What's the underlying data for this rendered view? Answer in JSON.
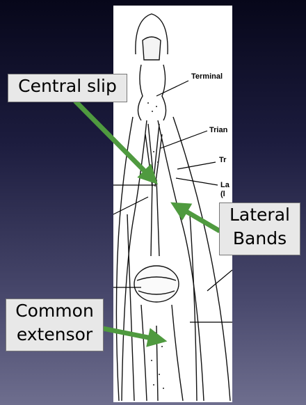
{
  "callouts": {
    "central_slip": "Central slip",
    "lateral_bands_line1": "Lateral",
    "lateral_bands_line2": "Bands",
    "common_extensor_line1": "Common",
    "common_extensor_line2": "extensor"
  },
  "figure_labels": {
    "terminal": "Terminal",
    "triangular": "Trian",
    "transverse": "Tr",
    "lateral": "La",
    "lateral_sub": "(l"
  },
  "colors": {
    "arrow": "#4f9a3f",
    "callout_bg": "#e8e8e8"
  }
}
